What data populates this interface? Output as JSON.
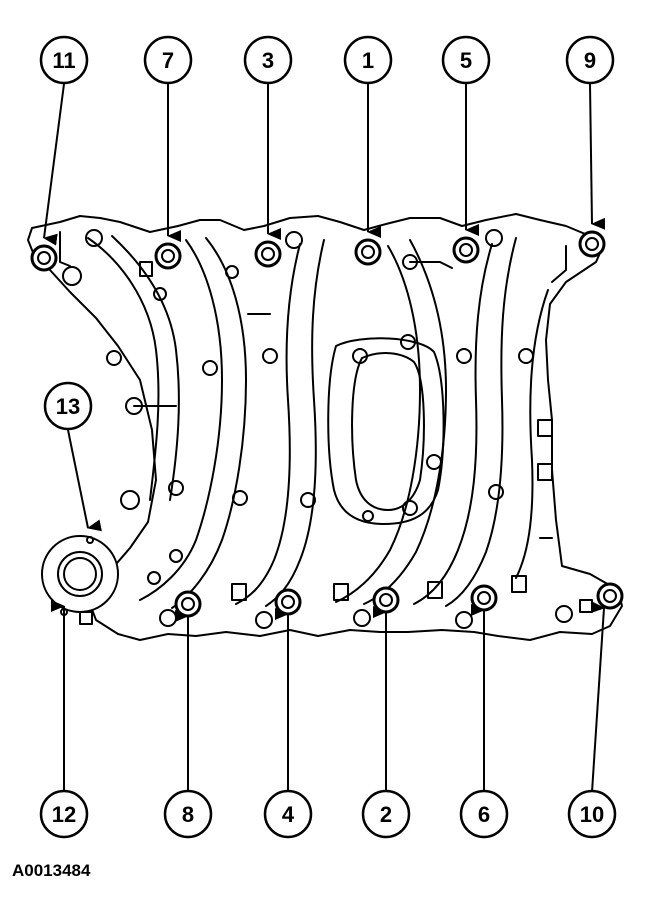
{
  "figure_id": "A0013484",
  "callouts": [
    {
      "label": "11",
      "position": "top"
    },
    {
      "label": "7",
      "position": "top"
    },
    {
      "label": "3",
      "position": "top"
    },
    {
      "label": "1",
      "position": "top"
    },
    {
      "label": "5",
      "position": "top"
    },
    {
      "label": "9",
      "position": "top"
    },
    {
      "label": "13",
      "position": "left"
    },
    {
      "label": "12",
      "position": "bottom"
    },
    {
      "label": "8",
      "position": "bottom"
    },
    {
      "label": "4",
      "position": "bottom"
    },
    {
      "label": "2",
      "position": "bottom"
    },
    {
      "label": "6",
      "position": "bottom"
    },
    {
      "label": "10",
      "position": "bottom"
    }
  ],
  "colors": {
    "line": "#000000",
    "background": "#ffffff"
  }
}
